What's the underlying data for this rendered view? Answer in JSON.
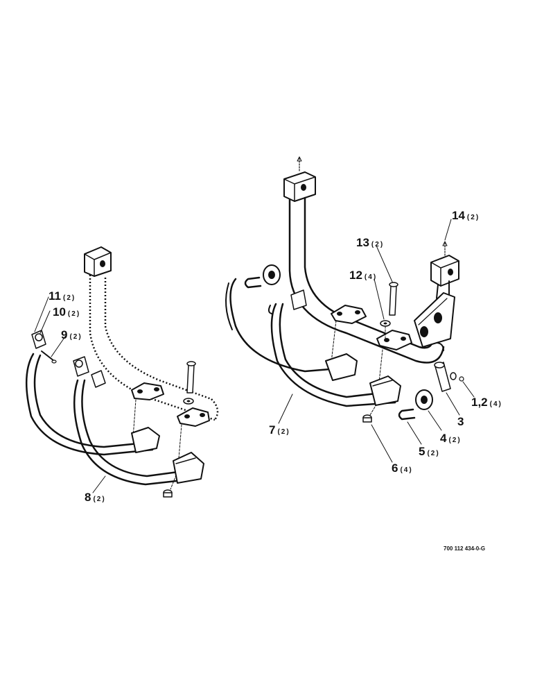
{
  "callouts": [
    {
      "id": "c1",
      "num": "1,2",
      "qty": "(4)"
    },
    {
      "id": "c3",
      "num": "3",
      "qty": ""
    },
    {
      "id": "c4",
      "num": "4",
      "qty": "(2)"
    },
    {
      "id": "c5",
      "num": "5",
      "qty": "(2)"
    },
    {
      "id": "c6",
      "num": "6",
      "qty": "(4)"
    },
    {
      "id": "c7",
      "num": "7",
      "qty": "(2)"
    },
    {
      "id": "c8",
      "num": "8",
      "qty": "(2)"
    },
    {
      "id": "c9",
      "num": "9",
      "qty": "(2)"
    },
    {
      "id": "c10",
      "num": "10",
      "qty": "(2)"
    },
    {
      "id": "c11",
      "num": "11",
      "qty": "(2)"
    },
    {
      "id": "c12",
      "num": "12",
      "qty": "(4)"
    },
    {
      "id": "c13",
      "num": "13",
      "qty": "(2)"
    },
    {
      "id": "c14",
      "num": "14",
      "qty": "(2)"
    }
  ],
  "drawing_number": "700 112 434-0-G"
}
